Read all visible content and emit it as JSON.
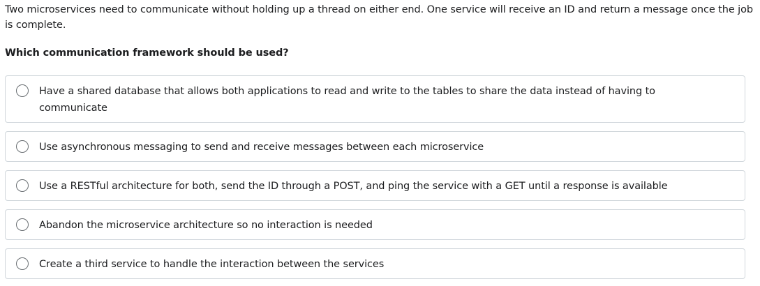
{
  "question": {
    "text": "Two microservices need to communicate without holding up a thread on either end. One service will receive an ID and return a message once the job is complete.",
    "prompt": "Which communication framework should be used?"
  },
  "options": [
    {
      "label": "Have a shared database that allows both applications to read and write to the tables to share the data instead of having to communicate",
      "selected": false
    },
    {
      "label": "Use asynchronous messaging to send and receive messages between each microservice",
      "selected": false
    },
    {
      "label": "Use a RESTful architecture for both, send the ID through a POST, and ping the service with a GET until a response is available",
      "selected": false
    },
    {
      "label": "Abandon the microservice architecture so no interaction is needed",
      "selected": false
    },
    {
      "label": "Create a third service to handle the interaction between the services",
      "selected": false
    }
  ]
}
